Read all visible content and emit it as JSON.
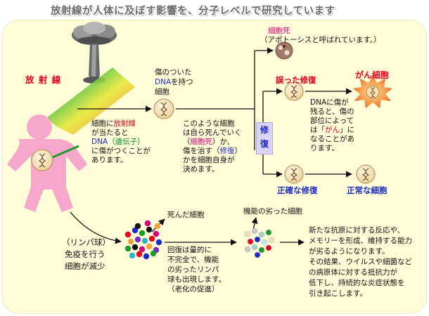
{
  "title": "放射線が人体に及ぼす影響を、分子レベルで研究しています",
  "radiation_label": "放 射 線",
  "dna_damage": {
    "l1_a": "細胞に",
    "l1_b": "放射線",
    "l2": "が当たると",
    "l3_a": "DNA",
    "l3_b": "（遺伝子）",
    "l4": "に傷がつくことが",
    "l5": "あります。"
  },
  "damaged_cell": {
    "l1": "傷のついた",
    "l2_a": "DNA",
    "l2_b": "を持つ",
    "l3": "細胞"
  },
  "fate": {
    "l1": "このような細胞",
    "l2": "は自ら死んでいく",
    "l3_a": "（",
    "l3_b": "細胞死",
    "l3_c": "）か、",
    "l4_a": "傷を治す（",
    "l4_b": "修復",
    "l4_c": "）",
    "l5": "かを細胞自身が",
    "l6": "決めます。"
  },
  "cell_death": {
    "label": "細胞死",
    "note": "（アポトーシスと呼ばれています。）"
  },
  "repair": {
    "label": "修復",
    "wrong": "誤った修復",
    "correct": "正確な修復"
  },
  "cancer": {
    "label": "がん細胞",
    "l1": "DNAに傷が",
    "l2": "残ると、傷の",
    "l3": "部位によって",
    "l4_a": "は「",
    "l4_b": "がん",
    "l4_c": "」に",
    "l5": "なることがあ",
    "l6": "ります。"
  },
  "normal_cell": "正常な細胞",
  "lymph": {
    "l1": "（リンパ球）",
    "l2": "免疫を行う",
    "l3": "細胞が減少"
  },
  "dead_cells": "死んだ細胞",
  "weak_cells": "機能の劣った細胞",
  "recovery": {
    "l1": "回復は量的に",
    "l2": "不完全で、機能",
    "l3": "の劣ったリンパ",
    "l4": "球も出現します。",
    "l5": "（老化の促進）"
  },
  "effects": {
    "l1": "新たな抗原に対する反応や、",
    "l2": "メモリーを形成、維持する能力",
    "l3": "が劣るようになります。",
    "l4": "その結果、ウイルスや細菌など",
    "l5": "の病原体に対する抵抗力が",
    "l6": "低下し、持続的な炎症状態を",
    "l7": "引き起こします。"
  },
  "colors": {
    "panel_bg": "#fffcd8",
    "accent_red": "#e8001c",
    "accent_blue": "#1d2cc8",
    "accent_magenta": "#d6007c",
    "body_pink": "#f7a6cc",
    "cell_fill": "#f1e1bc"
  }
}
